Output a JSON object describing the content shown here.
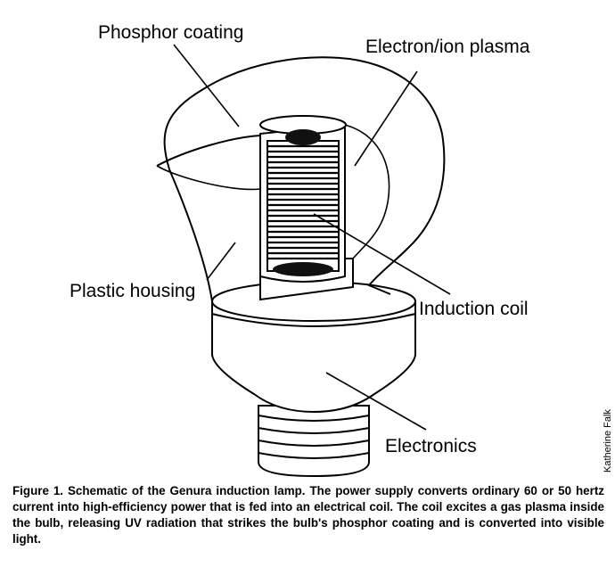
{
  "labels": {
    "phosphor_coating": "Phosphor coating",
    "electron_ion_plasma": "Electron/ion plasma",
    "plastic_housing": "Plastic housing",
    "induction_coil": "Induction coil",
    "electronics": "Electronics"
  },
  "credit": "Katherine Falk",
  "caption": {
    "figure_label": "Figure 1. Schematic of the Genura induction lamp.",
    "text": "The power supply converts ordinary 60 or 50 hertz current into high-efficiency power that is fed into an electrical coil. The coil excites a gas plasma inside the bulb, releasing UV radiation that strikes the bulb's phosphor coating and is converted into visible light."
  }
}
